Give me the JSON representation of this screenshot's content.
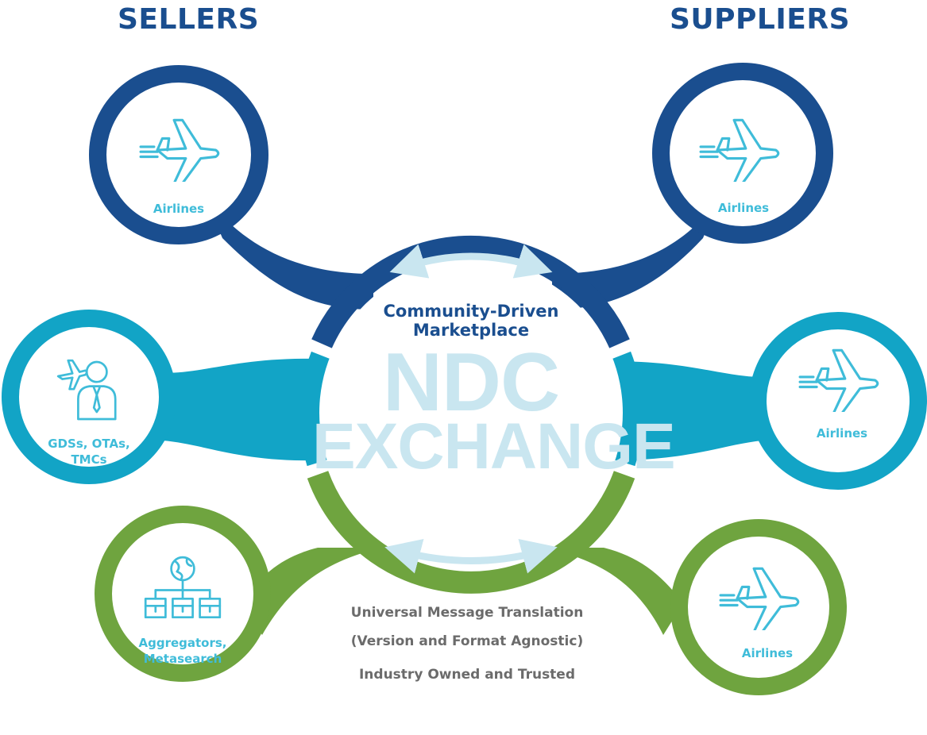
{
  "headers": {
    "left": "SELLERS",
    "right": "SUPPLIERS"
  },
  "center": {
    "subtitle_line1": "Community-Driven",
    "subtitle_line2": "Marketplace",
    "title_line1": "NDC",
    "title_line2": "EXCHANGE"
  },
  "sellers": [
    {
      "label_line1": "Airlines",
      "label_line2": "",
      "icon": "airplane-icon",
      "color": "#1a4e8f"
    },
    {
      "label_line1": "GDSs, OTAs,",
      "label_line2": "TMCs",
      "icon": "traveler-icon",
      "color": "#12a4c6"
    },
    {
      "label_line1": "Aggregators,",
      "label_line2": "Metasearch",
      "icon": "network-icon",
      "color": "#6fa43f"
    }
  ],
  "suppliers": [
    {
      "label_line1": "Airlines",
      "icon": "airplane-icon",
      "color": "#1a4e8f"
    },
    {
      "label_line1": "Airlines",
      "icon": "airplane-icon",
      "color": "#12a4c6"
    },
    {
      "label_line1": "Airlines",
      "icon": "airplane-icon",
      "color": "#6fa43f"
    }
  ],
  "features": [
    "Universal Message Translation",
    "(Version and Format Agnostic)",
    "Industry Owned and Trusted"
  ],
  "colors": {
    "navy": "#1a4e8f",
    "teal": "#12a4c6",
    "green": "#6fa43f",
    "light": "#c9e6f0",
    "icon": "#3fbcd9",
    "text_gray": "#6b6b6b"
  }
}
